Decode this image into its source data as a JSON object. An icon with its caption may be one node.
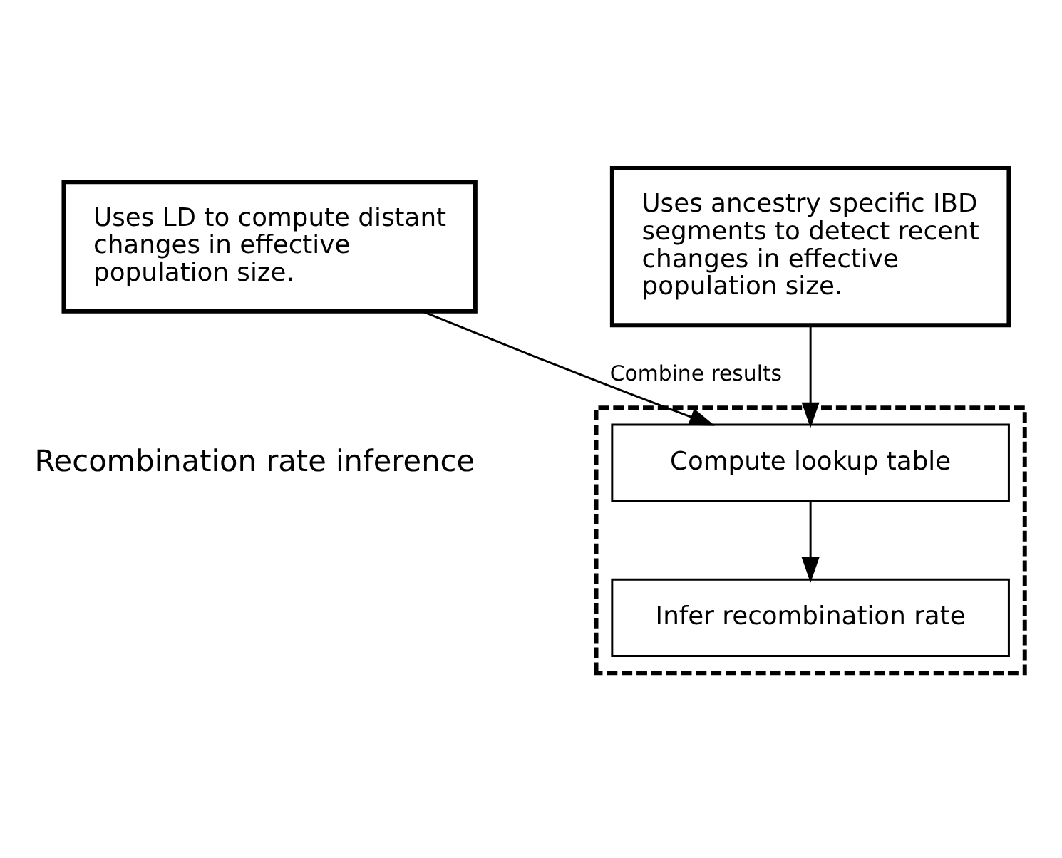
{
  "diagram": {
    "nodes": [
      {
        "text": [
          "Uses LD to compute distant changes in effective population size."
        ]
      },
      {
        "text": [
          "Uses ancestry specific IBD segments to detect recent changes in effective population size."
        ]
      },
      {
        "text": [],
        "shape": "box"
      },
      {
        "text": [
          "Compute lookup table"
        ],
        "in": 2
      },
      {
        "text": [
          "Infer recombination rate"
        ],
        "in": 2
      }
    ],
    "edges": [
      {
        "from": 0,
        "to": 3,
        "arrow": "to",
        "label": "Combine results"
      },
      {
        "from": 1,
        "to": 3,
        "arrow": "to"
      },
      {
        "from": 3,
        "to": 4,
        "arrow": "to"
      }
    ],
    "labels": [
      "Recombination rate inference"
    ]
  }
}
